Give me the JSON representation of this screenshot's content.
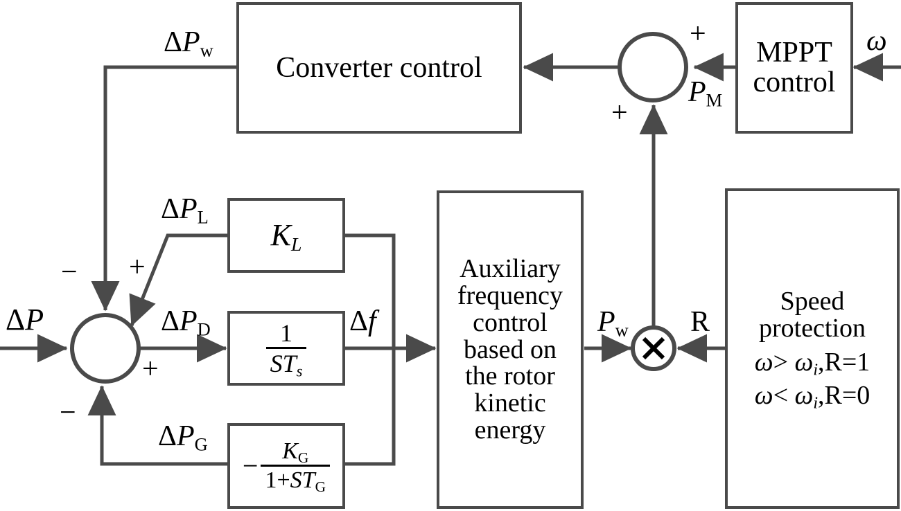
{
  "diagram": {
    "title": "Wind turbine auxiliary frequency control block diagram",
    "line_color": "#4a4a4a",
    "text_color": "#000000",
    "background": "#ffffff"
  },
  "blocks": {
    "converter_control": {
      "label": "Converter control"
    },
    "mppt_control": {
      "line1": "MPPT",
      "line2": "control"
    },
    "gain_kl": {
      "base": "K",
      "sub": "L"
    },
    "integrator": {
      "numerator": "1",
      "den_s": "S",
      "den_t": "T",
      "den_sub": "s"
    },
    "governor": {
      "lead_sign": "−",
      "num_k": "K",
      "num_sub": "G",
      "den_one": "1+",
      "den_s": "S",
      "den_t": "T",
      "den_sub": "G"
    },
    "auxiliary_control": {
      "lines": [
        "Auxiliary",
        "frequency",
        "control",
        "based on",
        "the rotor",
        "kinetic",
        "energy"
      ]
    },
    "speed_protection": {
      "line1": "Speed",
      "line2": "protection",
      "cond1": {
        "w1": "ω",
        "op": ">",
        "w2": "ω",
        "sub": "i",
        "rest": ",R=1"
      },
      "cond2": {
        "w1": "ω",
        "op": "<",
        "w2": "ω",
        "sub": "i",
        "rest": ",R=0"
      }
    }
  },
  "junctions": {
    "left_sum": {
      "name": "summing-junction"
    },
    "top_sum": {
      "name": "summing-junction"
    },
    "multiplier": {
      "symbol": "×"
    }
  },
  "signals": {
    "delta_p": {
      "delta": "Δ",
      "base": "P",
      "sub": ""
    },
    "delta_pw": {
      "delta": "Δ",
      "base": "P",
      "sub": "w"
    },
    "delta_pl": {
      "delta": "Δ",
      "base": "P",
      "sub": "L"
    },
    "delta_pd": {
      "delta": "Δ",
      "base": "P",
      "sub": "D"
    },
    "delta_pg": {
      "delta": "Δ",
      "base": "P",
      "sub": "G"
    },
    "delta_f": {
      "delta": "Δ",
      "base": "f",
      "sub": ""
    },
    "p_m": {
      "base": "P",
      "sub": "M"
    },
    "p_w": {
      "base": "P",
      "sub": "w"
    },
    "r_signal": {
      "label": "R"
    },
    "omega": {
      "label": "ω"
    }
  },
  "signs": {
    "left_sum_top": "−",
    "left_sum_pl": "+",
    "left_sum_out": "+",
    "left_sum_bottom": "−",
    "top_sum_right": "+",
    "top_sum_bottom": "+"
  }
}
